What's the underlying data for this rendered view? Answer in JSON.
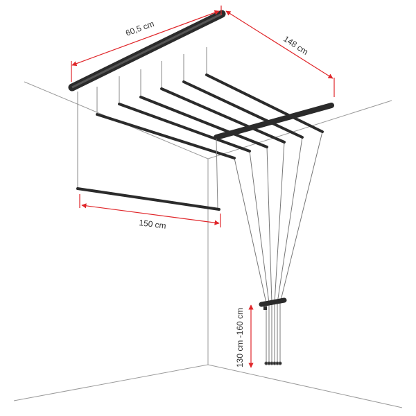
{
  "dimensions": {
    "width_label": "60,5 cm",
    "length_label": "148 cm",
    "rod_label": "150 cm",
    "height_label": "130 cm -160 cm"
  },
  "colors": {
    "dimension": "#e0262a",
    "frame": "#2b2b2b",
    "room": "#9a9a9a",
    "cord": "#777777"
  }
}
